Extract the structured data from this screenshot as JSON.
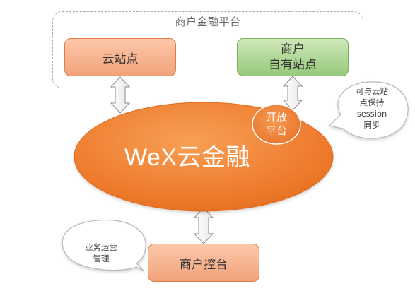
{
  "platform": {
    "title": "商户金融平台",
    "cloud_site": "云站点",
    "own_site_line1": "商户",
    "own_site_line2": "自有站点"
  },
  "core": {
    "label": "WeX云金融",
    "open_line1": "开放",
    "open_line2": "平台"
  },
  "console": {
    "label": "商户控台"
  },
  "callouts": {
    "session_lines": [
      "可与云站",
      "点保持",
      "session",
      "同步"
    ],
    "ops_lines": [
      "业务运营",
      "管理"
    ]
  },
  "colors": {
    "core_orange": "#ee7a2c",
    "node_orange": "#f4ad85",
    "node_green": "#a9d48e",
    "dashed_border": "#a8a8a8"
  }
}
